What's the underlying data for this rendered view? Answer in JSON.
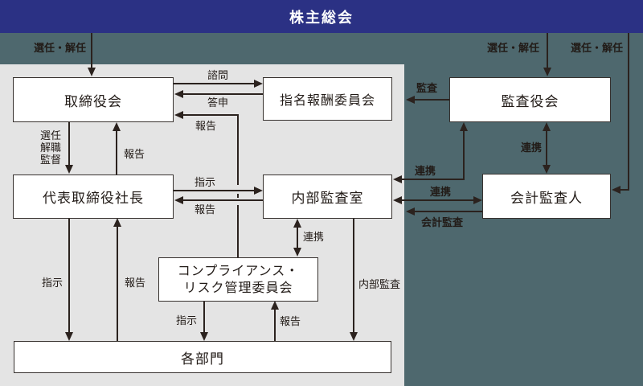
{
  "header": {
    "title": "株主総会"
  },
  "boxes": {
    "board_of_directors": "取締役会",
    "nomination_compensation_committee": "指名報酬委員会",
    "audit_supervisory_board": "監査役会",
    "representative_director_president": "代表取締役社長",
    "internal_audit_office": "内部監査室",
    "accounting_auditor": "会計監査人",
    "compliance_risk_committee_line1": "コンプライアンス・",
    "compliance_risk_committee_line2": "リスク管理委員会",
    "departments": "各部門"
  },
  "edges": {
    "appoint_dismiss_board": "選任・解任",
    "appoint_dismiss_audit_board": "選任・解任",
    "appoint_dismiss_accounting_auditor": "選任・解任",
    "advisory": "諮問",
    "reply": "答申",
    "report_compliance_to_board": "報告",
    "appoint_dismiss_supervise": "選任\n解職\n監督",
    "report_president_to_board": "報告",
    "instruct_internal_audit": "指示",
    "report_internal_audit_to_president": "報告",
    "cooperation_internal_audit_compliance": "連携",
    "internal_audit": "内部監査",
    "instruct_departments": "指示",
    "report_departments_to_president": "報告",
    "instruct_compliance_to_departments": "指示",
    "report_departments_to_compliance": "報告",
    "audit": "監査",
    "cooperation_audit_board_internal_audit": "連携",
    "cooperation_audit_board_accounting": "連携",
    "cooperation_internal_audit_accounting": "連携",
    "accounting_audit": "会計監査"
  }
}
